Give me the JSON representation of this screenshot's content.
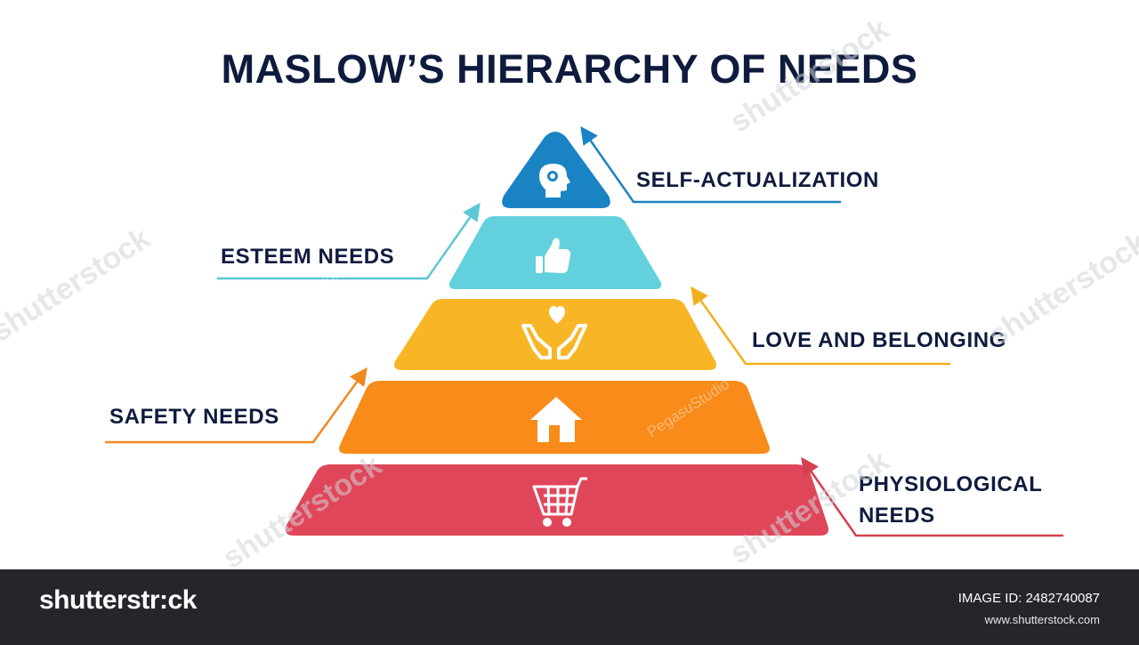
{
  "title": "MASLOW’S HIERARCHY OF NEEDS",
  "levels": [
    {
      "label": "SELF-ACTUALIZATION",
      "icon": "head-icon",
      "color": "#1a83c3",
      "line_color": "#1a83c3"
    },
    {
      "label": "ESTEEM NEEDS",
      "icon": "thumbs-up-icon",
      "color": "#63d1dd",
      "line_color": "#5ec6d6"
    },
    {
      "label": "LOVE AND BELONGING",
      "icon": "heart-hands-icon",
      "color": "#f8b526",
      "line_color": "#f2b01e"
    },
    {
      "label": "SAFETY NEEDS",
      "icon": "house-icon",
      "color": "#f88b19",
      "line_color": "#ee8a1f"
    },
    {
      "label_line1": "PHYSIOLOGICAL",
      "label_line2": "NEEDS",
      "icon": "shopping-cart-icon",
      "color": "#e0465a",
      "line_color": "#d5404f"
    }
  ],
  "watermark": {
    "text": "shutterstock",
    "contributor": "PegasuStudio"
  },
  "footer": {
    "brand": "shutterstr:ck",
    "image_id": "IMAGE ID: 2482740087",
    "site": "www.shutterstock.com"
  }
}
